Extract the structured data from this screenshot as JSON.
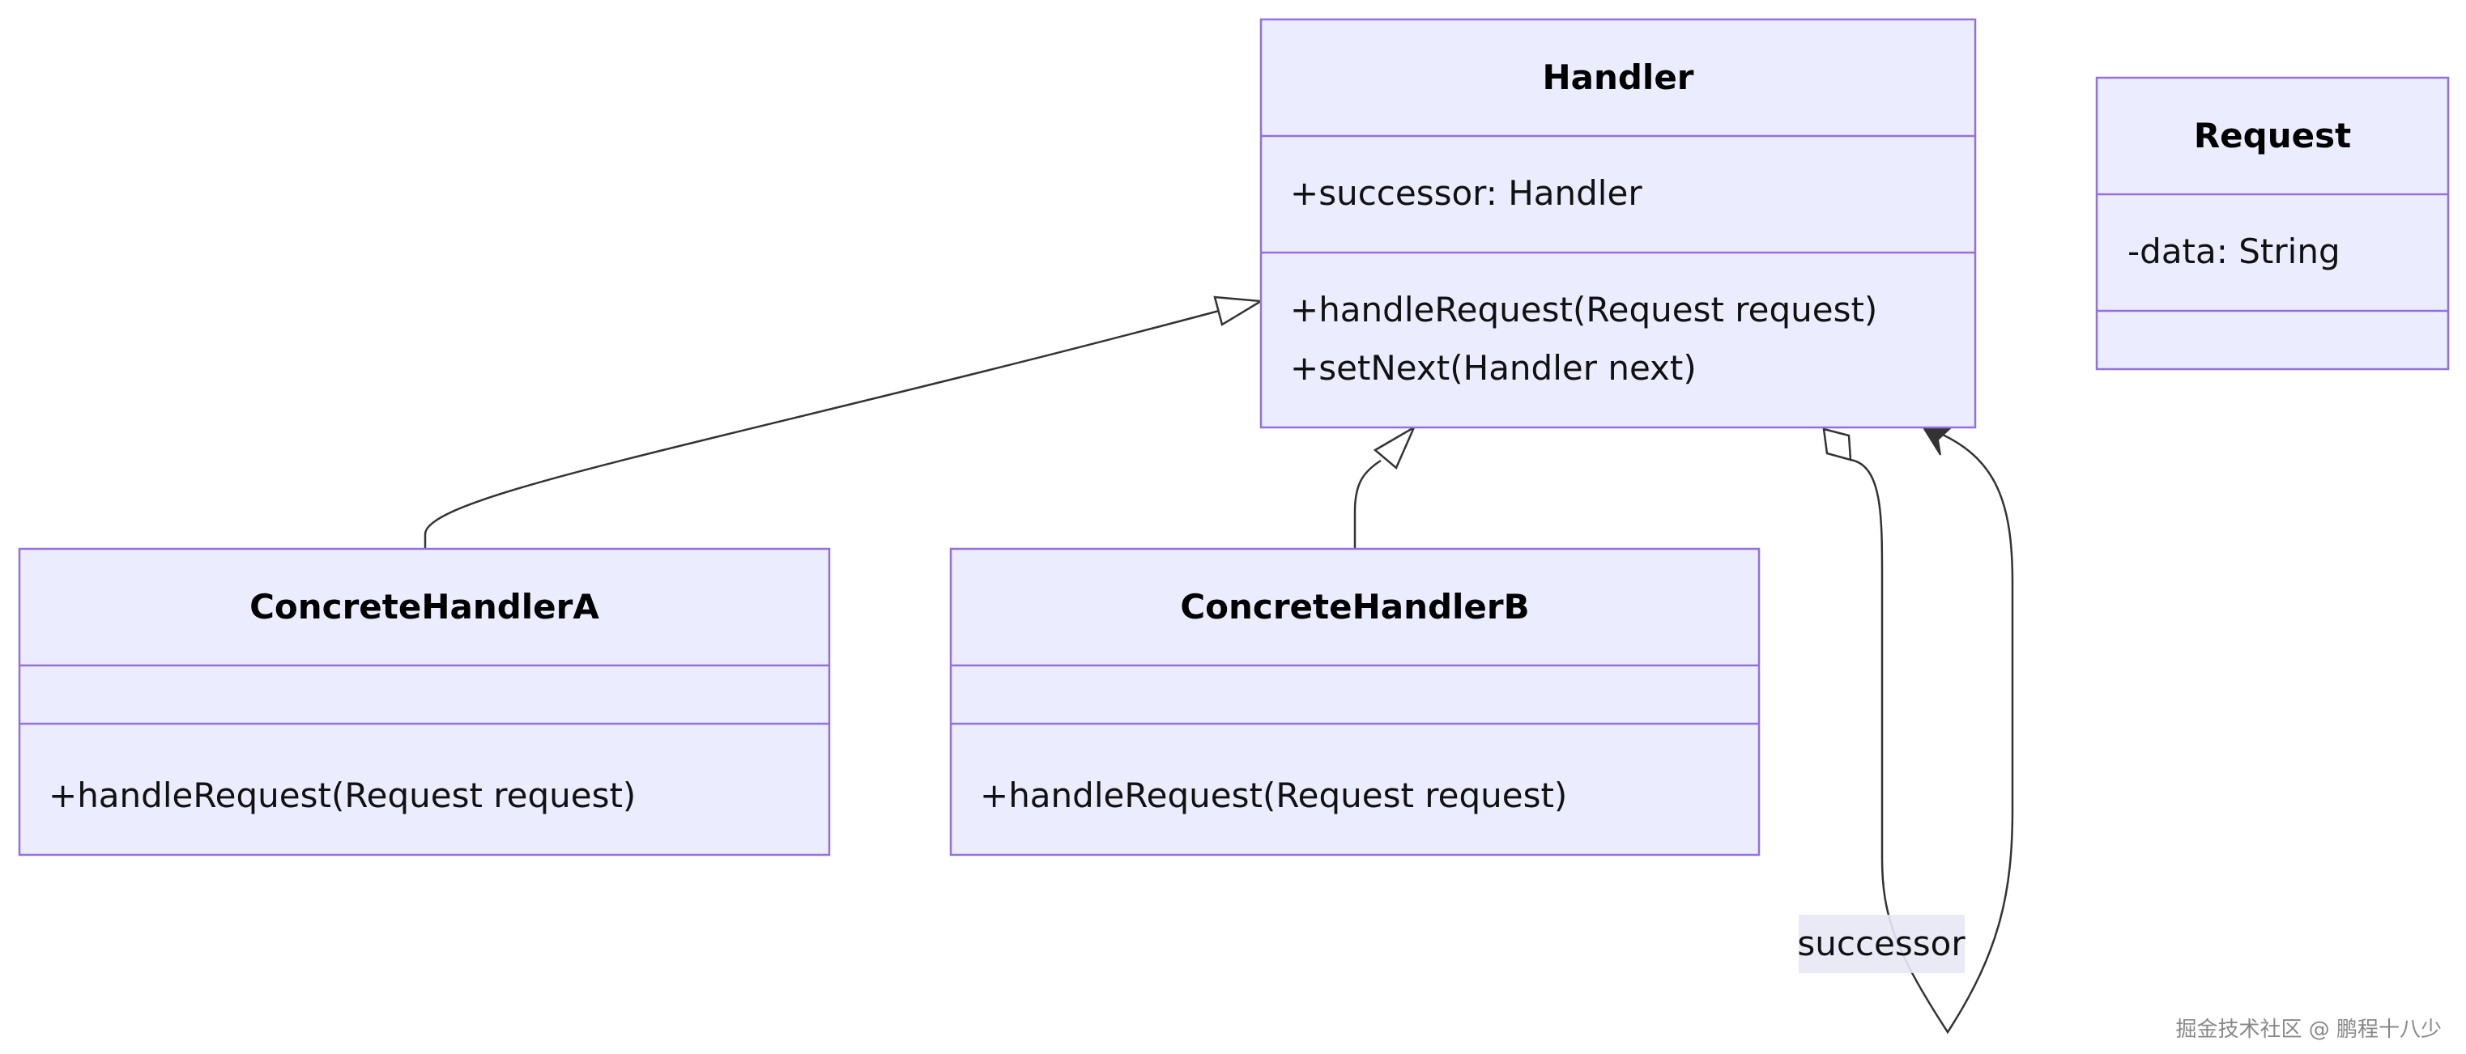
{
  "diagram": {
    "classes": {
      "handler": {
        "name": "Handler",
        "attributes": [
          "+successor: Handler"
        ],
        "methods": [
          "+handleRequest(Request request)",
          "+setNext(Handler next)"
        ]
      },
      "request": {
        "name": "Request",
        "attributes": [
          "-data: String"
        ],
        "methods": []
      },
      "concrete_a": {
        "name": "ConcreteHandlerA",
        "attributes": [],
        "methods": [
          "+handleRequest(Request request)"
        ]
      },
      "concrete_b": {
        "name": "ConcreteHandlerB",
        "attributes": [],
        "methods": [
          "+handleRequest(Request request)"
        ]
      }
    },
    "relations": [
      {
        "from": "ConcreteHandlerA",
        "to": "Handler",
        "type": "inheritance"
      },
      {
        "from": "ConcreteHandlerB",
        "to": "Handler",
        "type": "inheritance"
      },
      {
        "from": "Handler",
        "to": "Handler",
        "type": "aggregation",
        "label": "successor"
      }
    ],
    "edge_labels": {
      "successor": "successor"
    }
  },
  "watermark": "掘金技术社区 @ 鹏程十八少"
}
